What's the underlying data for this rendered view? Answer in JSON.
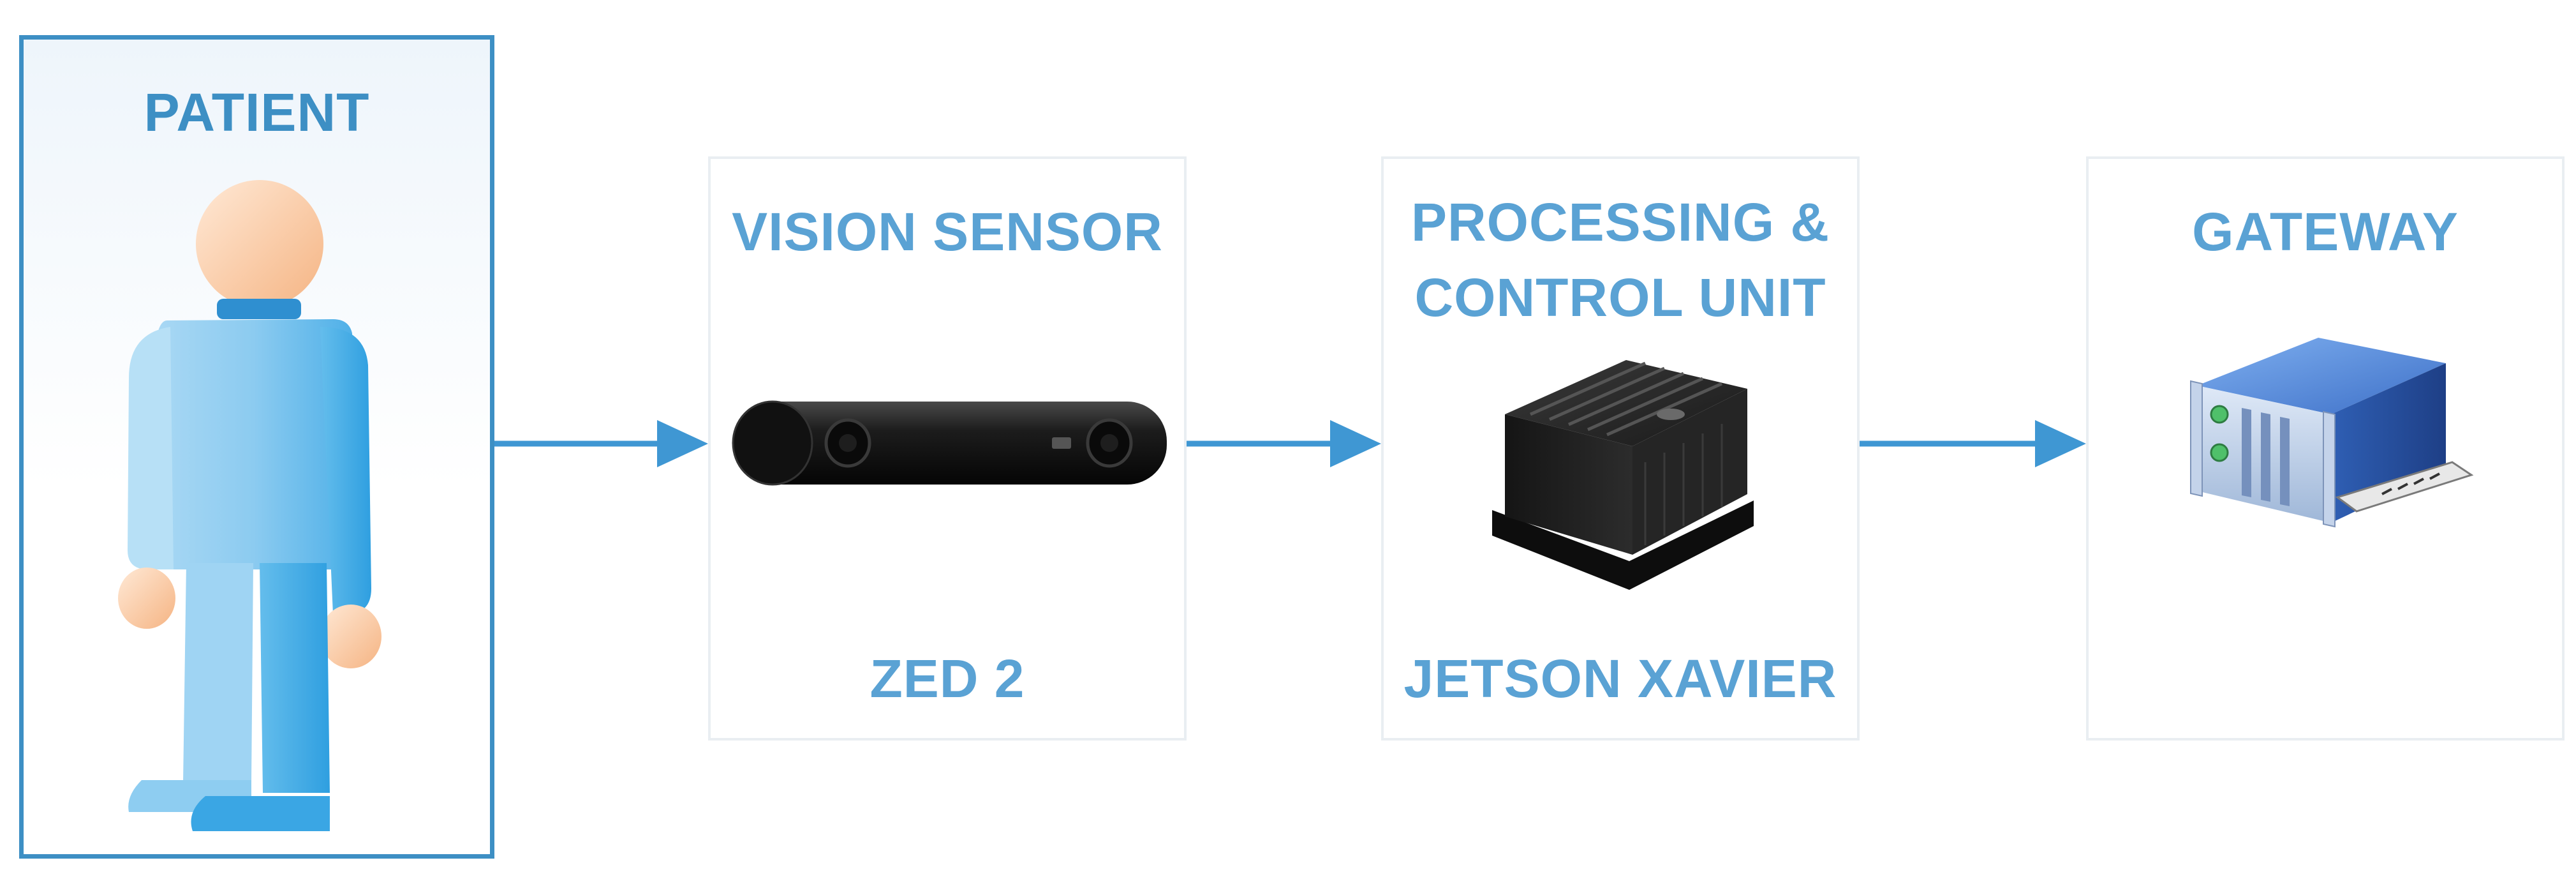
{
  "diagram": {
    "patient": {
      "label": "PATIENT"
    },
    "vision_sensor": {
      "title": "VISION SENSOR",
      "device": "ZED 2"
    },
    "processing_unit": {
      "title_line1": "PROCESSING &",
      "title_line2": "CONTROL UNIT",
      "device": "JETSON XAVIER"
    },
    "gateway": {
      "title": "GATEWAY"
    }
  },
  "colors": {
    "accent": "#3d8fc4",
    "label": "#5aa2d4",
    "arrow": "#3f97d3",
    "panel_border": "#e9eef2"
  }
}
